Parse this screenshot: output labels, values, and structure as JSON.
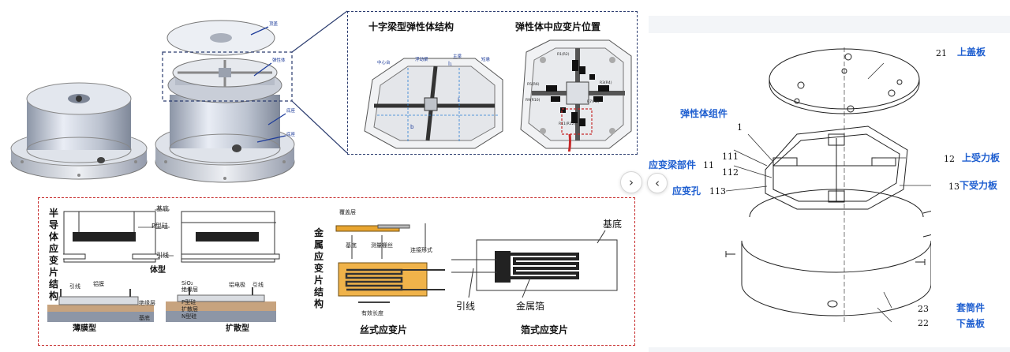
{
  "left": {
    "sensor_labels": [
      "顶盖",
      "弹性体",
      "底座",
      "底座"
    ],
    "header_cross": "十字梁型弹性体结构",
    "header_position": "弹性体中应变片位置",
    "cross_small_labels": [
      "中心台",
      "浮动梁",
      "主梁",
      "短悬"
    ],
    "dimension_l1": "l₁",
    "dimension_l": "l",
    "dimension_b": "b",
    "gauge_codes": [
      "R1(R2)",
      "R3(R4)",
      "R5(R6)",
      "R7(R8)",
      "R9(R10)",
      "R11(R12)"
    ],
    "semi": {
      "vertical_title": [
        "半",
        "导",
        "体",
        "应",
        "变",
        "片",
        "结",
        "构"
      ],
      "label_substrate": "基底",
      "label_psi": "P型硅",
      "label_lead": "引线",
      "bulk_caption": "体型",
      "film_lead": "引线",
      "film_electrode": "铝膜",
      "film_insulator": "绝缘层",
      "film_substrate": "基底",
      "film_caption": "薄膜型",
      "diff_sio2": "SiO₂",
      "diff_insulator": "绝缘层",
      "diff_psi": "P型硅",
      "diff_layer": "扩散层",
      "diff_nsi": "N型硅",
      "diff_electrode": "铝电极",
      "diff_lead": "引线",
      "diff_caption": "扩散型"
    },
    "metal": {
      "vertical_title": [
        "金",
        "属",
        "应",
        "变",
        "片",
        "结",
        "构"
      ],
      "cover": "覆盖层",
      "substrate": "基底",
      "grid": "测量栅丝",
      "connect": "连接形式",
      "effective": "有效长度",
      "wire_caption": "丝式应变片",
      "foil_substrate": "基底",
      "foil_lead": "引线",
      "foil_metal": "金属箔",
      "foil_caption": "箔式应变片"
    }
  },
  "right": {
    "labels": {
      "cover_top_num": "21",
      "cover_top": "上盖板",
      "elastic_assembly": "弹性体组件",
      "num_1": "1",
      "strain_beam": "应变梁部件",
      "num_11": "11",
      "num_111": "111",
      "num_112": "112",
      "strain_hole": "应变孔",
      "num_113": "113",
      "upper_force_num": "12",
      "upper_force": "上受力板",
      "lower_force_num": "13",
      "lower_force": "下受力板",
      "sleeve_num": "23",
      "sleeve": "套筒件",
      "cover_bottom_num": "22",
      "cover_bottom": "下盖板"
    }
  },
  "nav": {
    "next_icon": "›",
    "prev_icon": "‹"
  },
  "colors": {
    "accent_blue": "#1f5fd0",
    "dash_red": "#c62828",
    "dash_navy": "#2a3b6e",
    "gauge_orange": "#e8a530"
  }
}
